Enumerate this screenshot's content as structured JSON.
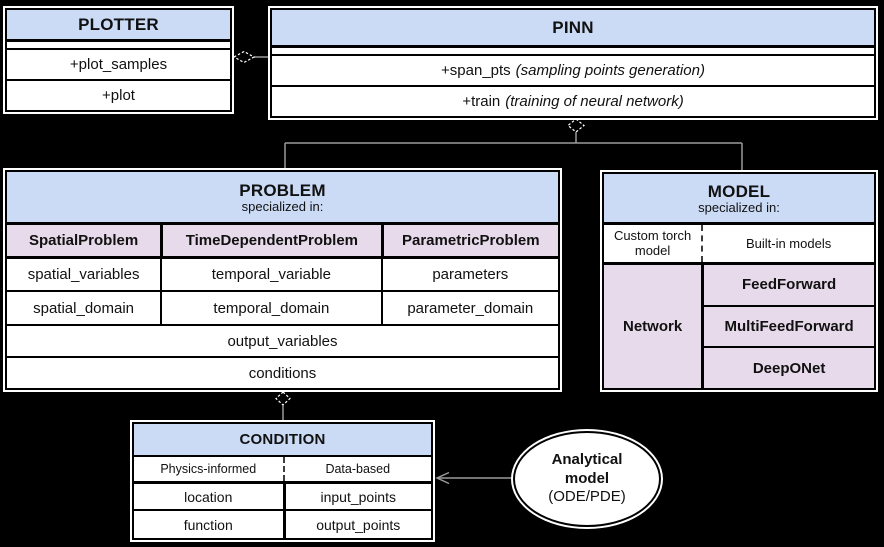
{
  "colors": {
    "background": "#000000",
    "header_blue": "#cbdbf6",
    "cell_pink": "#e7daeb",
    "box_fill": "#ffffff",
    "border": "#000000",
    "connector_line": "#9a9a9a"
  },
  "plotter": {
    "title": "PLOTTER",
    "methods": [
      "+plot_samples",
      "+plot"
    ]
  },
  "pinn": {
    "title": "PINN",
    "methods": [
      {
        "name": "+span_pts",
        "note": "(sampling points generation)"
      },
      {
        "name": "+train",
        "note": "(training of neural network)"
      }
    ]
  },
  "problem": {
    "title": "PROBLEM",
    "subtitle": "specialized in:",
    "subclasses": [
      "SpatialProblem",
      "TimeDependentProblem",
      "ParametricProblem"
    ],
    "rows": [
      [
        "spatial_variables",
        "temporal_variable",
        "parameters"
      ],
      [
        "spatial_domain",
        "temporal_domain",
        "parameter_domain"
      ]
    ],
    "full_rows": [
      "output_variables",
      "conditions"
    ]
  },
  "model": {
    "title": "MODEL",
    "subtitle": "specialized in:",
    "custom_label": "Custom torch model",
    "builtin_label": "Built-in models",
    "network_label": "Network",
    "builtin_models": [
      "FeedForward",
      "MultiFeedForward",
      "DeepONet"
    ]
  },
  "condition": {
    "title": "CONDITION",
    "left_kind": "Physics-informed",
    "right_kind": "Data-based",
    "left_attrs": [
      "location",
      "function"
    ],
    "right_attrs": [
      "input_points",
      "output_points"
    ]
  },
  "analytical": {
    "line1": "Analytical",
    "line2": "model",
    "line3": "(ODE/PDE)"
  }
}
